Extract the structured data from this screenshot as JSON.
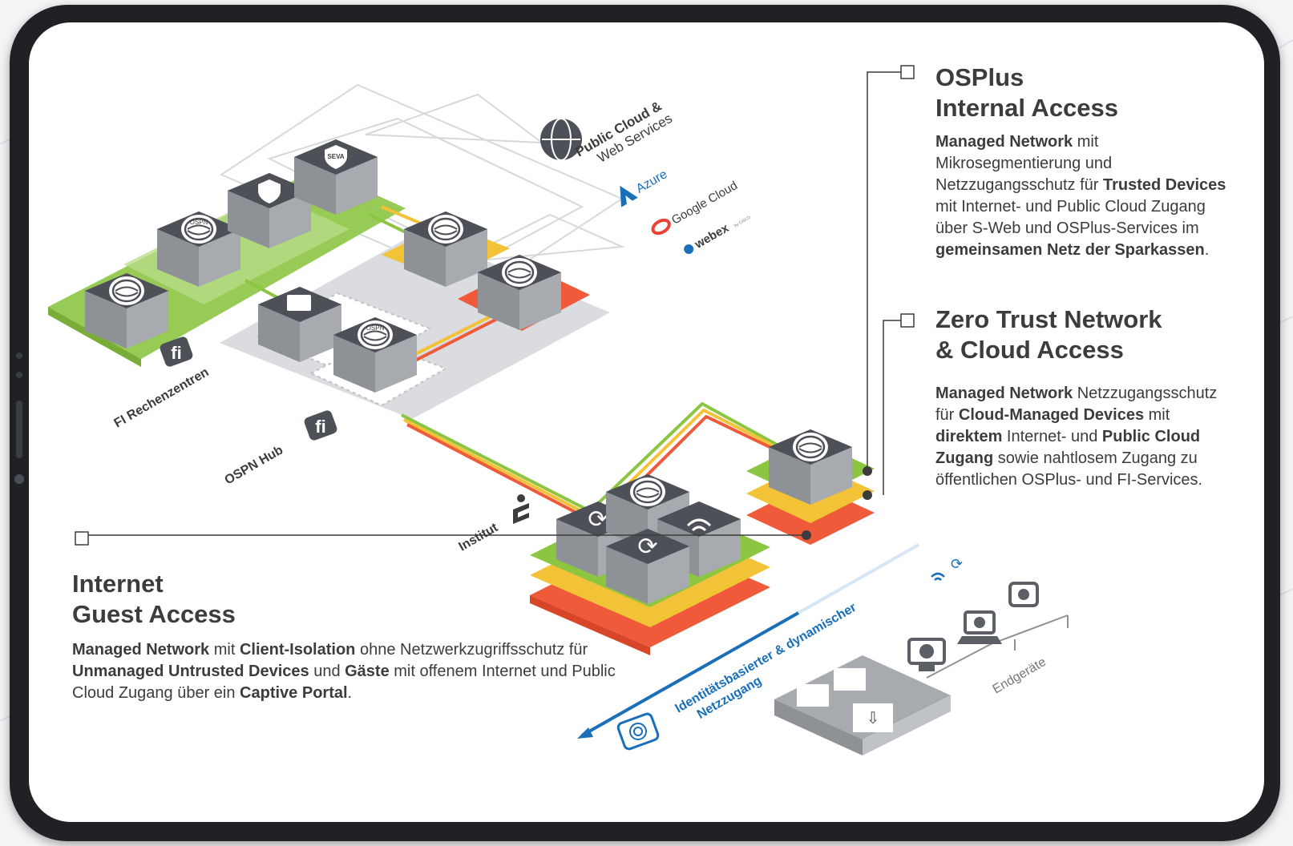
{
  "colors": {
    "green": "#8cc542",
    "yellow": "#f2c237",
    "red": "#ef5b3a",
    "accent_blue": "#1a6fb8",
    "tablet_frame": "#1f2124",
    "text": "#3c3c3c"
  },
  "diagram": {
    "public_cloud": {
      "line1": "Public Cloud &",
      "line2": "Web Services"
    },
    "providers": {
      "azure": "Azure",
      "google": "Google Cloud",
      "webex": "webex",
      "webex_sub": "by CISCO"
    },
    "fi_rechenzentren": "FI Rechenzentren",
    "ospn_hub": "OSPN Hub",
    "institut": "Institut",
    "badge_ospn": "OSPN",
    "badge_seva": "SEVA",
    "arrow_text": {
      "line1": "Identitätsbasierter & dynamischer",
      "line2": "Netzzugang"
    },
    "endgeraete": "Endgeräte",
    "icons": [
      "globe-icon",
      "azure-logo-icon",
      "google-cloud-logo-icon",
      "webex-logo-icon",
      "fi-logo-icon",
      "sparkasse-logo-icon",
      "shield-icon",
      "cloud-service-icon",
      "browser-search-icon",
      "sync-arrows-icon",
      "wifi-icon",
      "fingerprint-icon",
      "monitor-icon",
      "laptop-icon",
      "tablet-icon",
      "usb-icon"
    ]
  },
  "callouts": {
    "osplus": {
      "title1": "OSPlus",
      "title2": "Internal Access",
      "body": [
        {
          "b": "Managed Network"
        },
        {
          "t": " mit Mikrosegmentierung und Netzzugangsschutz für "
        },
        {
          "b": "Trusted Devices"
        },
        {
          "t": " mit Internet- und Public Cloud Zugang über S-Web und OSPlus-Services im "
        },
        {
          "b": "gemeinsamen Netz der Sparkassen"
        },
        {
          "t": "."
        }
      ]
    },
    "zero_trust": {
      "title1": "Zero Trust Network",
      "title2": "& Cloud Access",
      "body": [
        {
          "b": "Managed Network"
        },
        {
          "t": " Netzzugangsschutz für "
        },
        {
          "b": "Cloud-Managed Devices"
        },
        {
          "t": " mit "
        },
        {
          "b": "direktem"
        },
        {
          "t": " Internet- und "
        },
        {
          "b": "Public Cloud Zugang"
        },
        {
          "t": " sowie nahtlosem Zugang zu öffentlichen OSPlus- und FI-Services."
        }
      ]
    },
    "guest": {
      "title1": "Internet",
      "title2": "Guest Access",
      "body": [
        {
          "b": "Managed Network"
        },
        {
          "t": " mit "
        },
        {
          "b": "Client-Isolation"
        },
        {
          "t": " ohne Netzwerkzugriffsschutz für "
        },
        {
          "b": "Unmanaged Untrusted Devices"
        },
        {
          "t": " und "
        },
        {
          "b": "Gäste"
        },
        {
          "t": " mit offenem Internet und Public Cloud Zugang über ein "
        },
        {
          "b": "Captive Portal"
        },
        {
          "t": "."
        }
      ]
    }
  }
}
